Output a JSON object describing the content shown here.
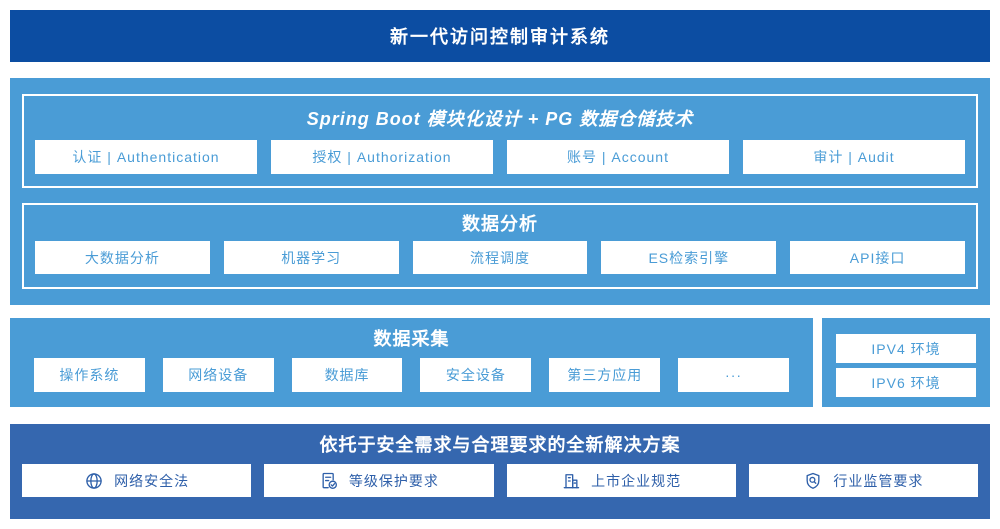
{
  "colors": {
    "dark_blue": "#0c4da2",
    "medium_blue": "#4a9cd6",
    "solution_blue": "#3567af",
    "box_text_blue": "#4a9cd6",
    "solution_text_blue": "#2e5fa9"
  },
  "banner": {
    "title": "新一代访问控制审计系统"
  },
  "platform": {
    "spring_title": "Spring Boot 模块化设计 + PG 数据仓储技术",
    "spring_items": [
      "认证 | Authentication",
      "授权 | Authorization",
      "账号 | Account",
      "审计 | Audit"
    ],
    "analysis_title": "数据分析",
    "analysis_items": [
      "大数据分析",
      "机器学习",
      "流程调度",
      "ES检索引擎",
      "API接口"
    ]
  },
  "collection": {
    "title": "数据采集",
    "items": [
      "操作系统",
      "网络设备",
      "数据库",
      "安全设备",
      "第三方应用",
      "···"
    ]
  },
  "environments": {
    "items": [
      "IPV4 环境",
      "IPV6 环境"
    ]
  },
  "solution": {
    "title": "依托于安全需求与合理要求的全新解决方案",
    "items": [
      {
        "icon": "globe-icon",
        "label": "网络安全法"
      },
      {
        "icon": "document-check-icon",
        "label": "等级保护要求"
      },
      {
        "icon": "building-icon",
        "label": "上市企业规范"
      },
      {
        "icon": "shield-search-icon",
        "label": "行业监管要求"
      }
    ]
  }
}
